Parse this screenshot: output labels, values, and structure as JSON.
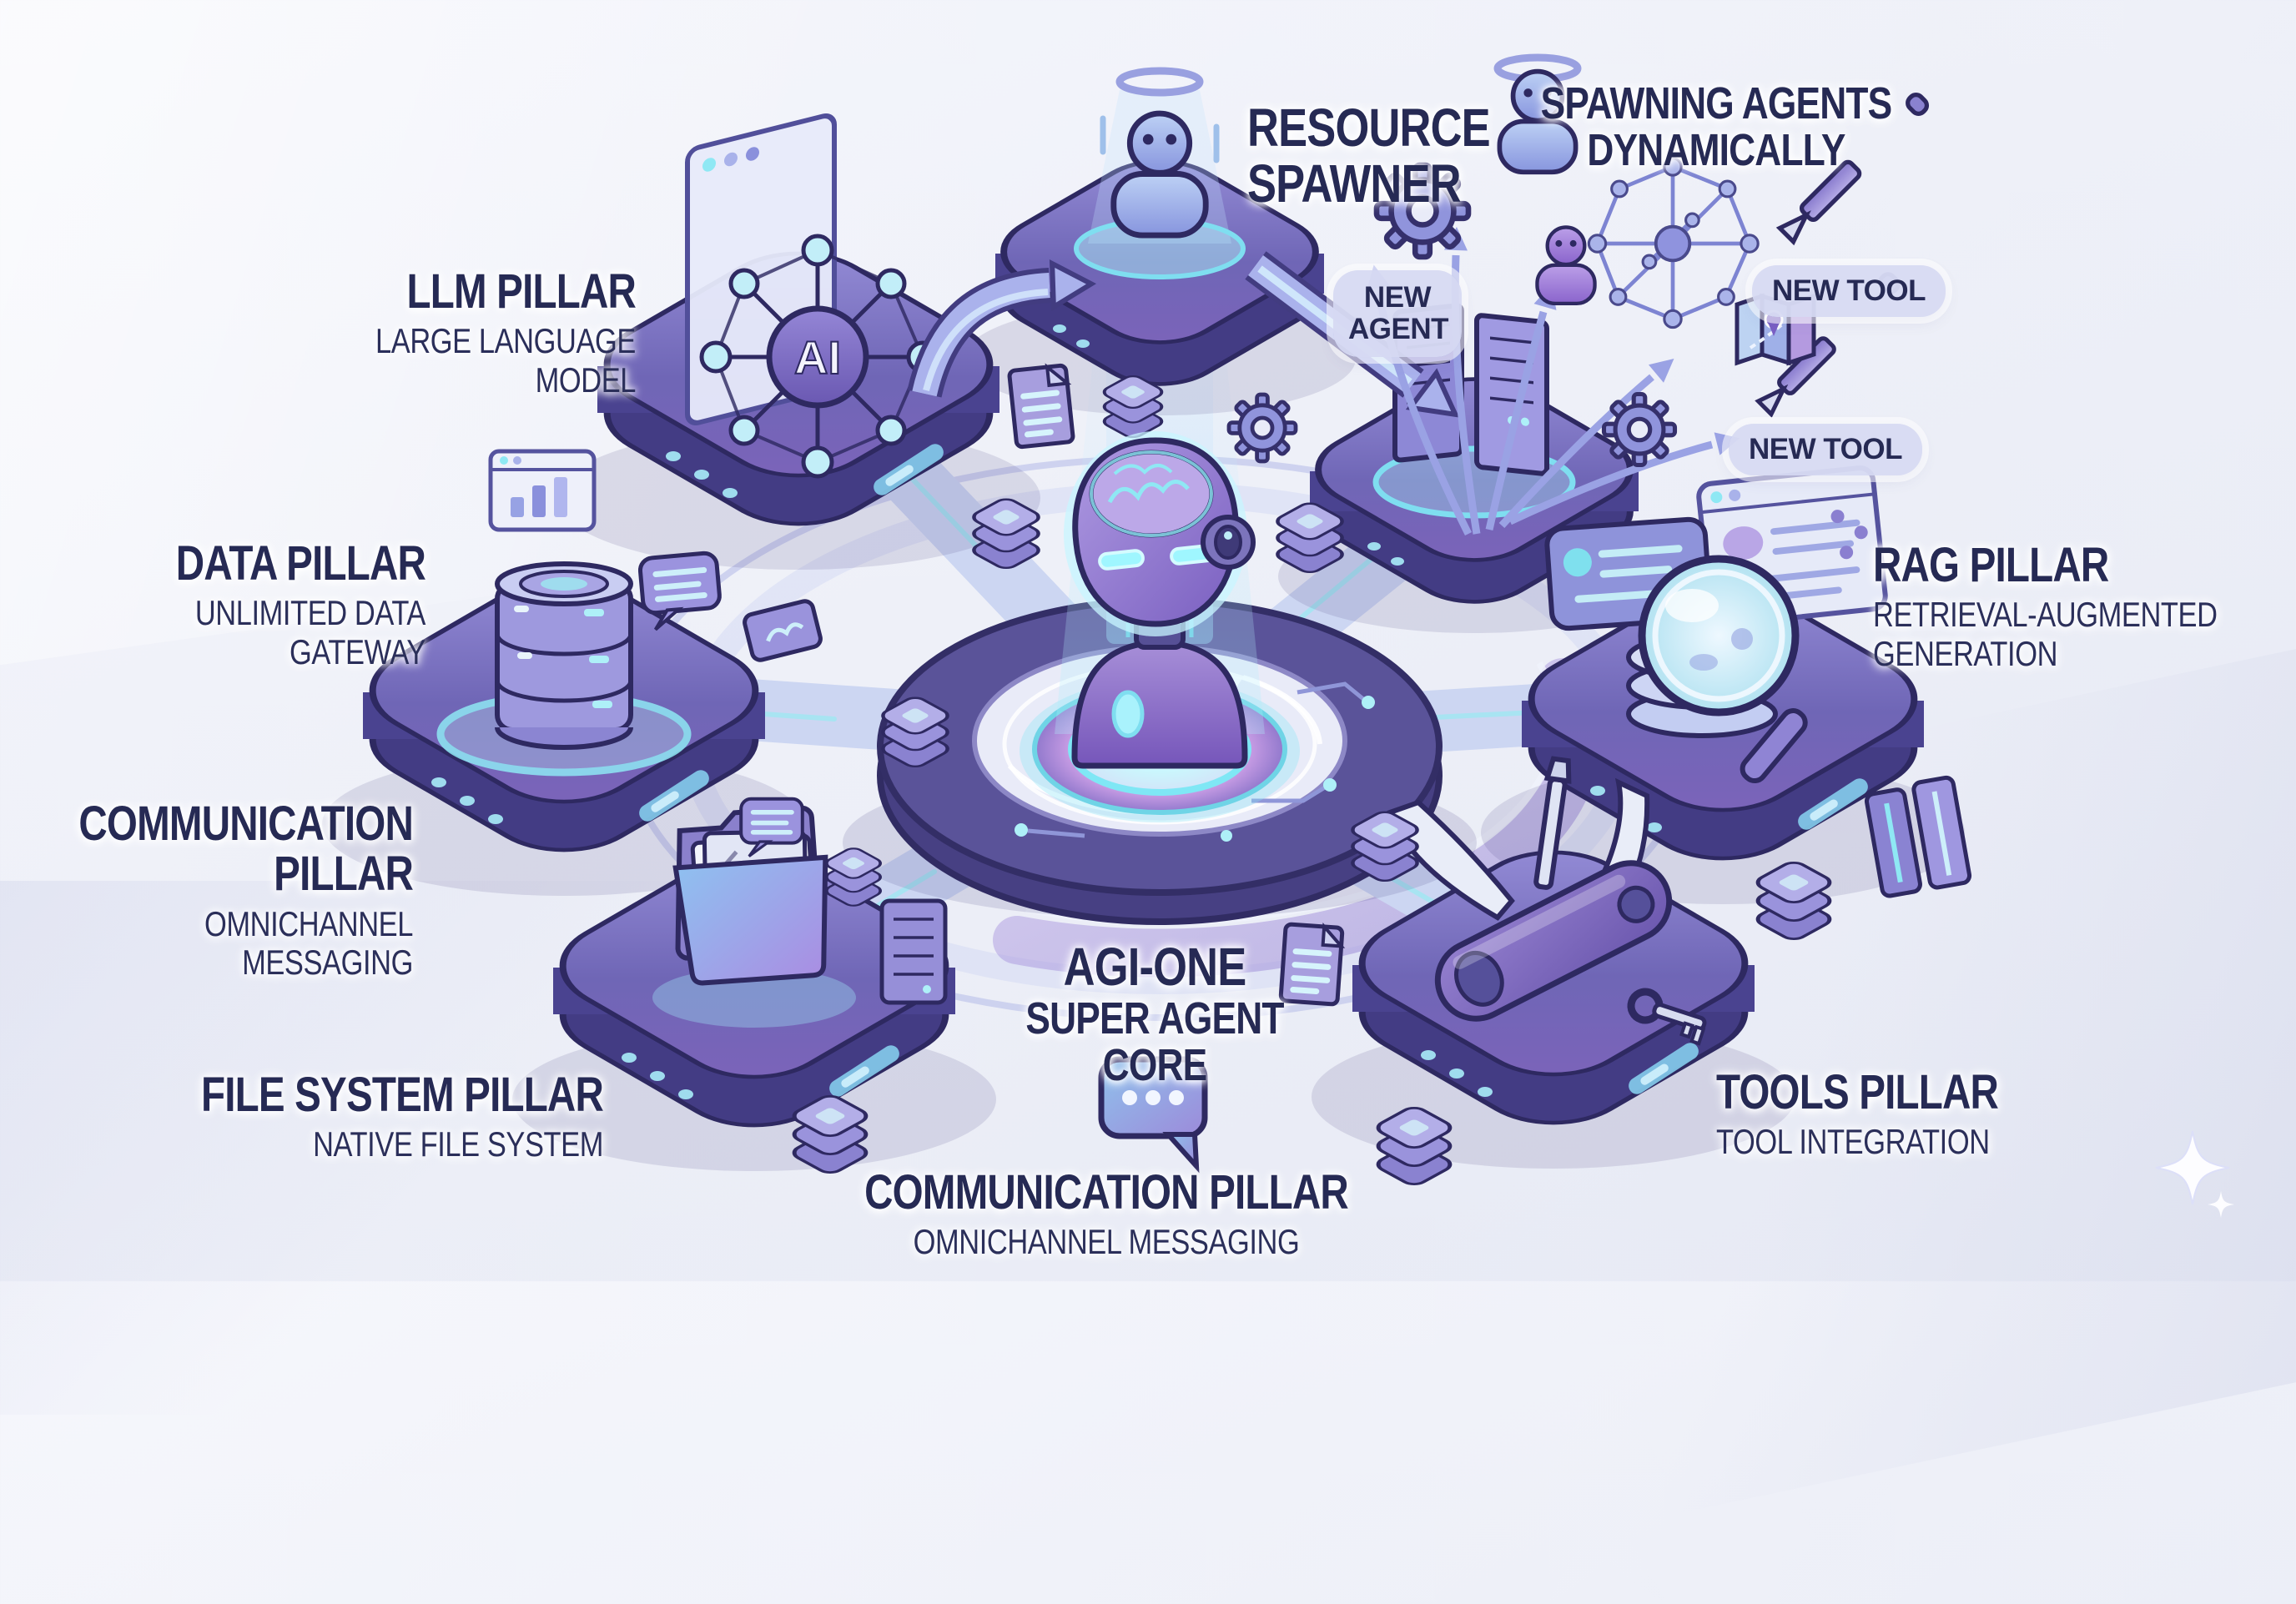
{
  "scene_title": "AGI-ONE Super Agent Core infographic",
  "core": {
    "line1": "AGI-ONE",
    "line2": "SUPER AGENT",
    "line3": "CORE"
  },
  "pillars": {
    "llm": {
      "title": "LLM PILLAR",
      "subtitle": "LARGE LANGUAGE MODEL"
    },
    "data": {
      "title": "DATA PILLAR",
      "subtitle": "UNLIMITED DATA GATEWAY"
    },
    "communication_left": {
      "title": "COMMUNICATION PILLAR",
      "subtitle": "OMNICHANNEL MESSAGING"
    },
    "file_system": {
      "title": "FILE SYSTEM PILLAR",
      "subtitle": "NATIVE FILE SYSTEM"
    },
    "communication_bottom": {
      "title": "COMMUNICATION PILLAR",
      "subtitle": "OMNICHANNEL MESSAGING"
    },
    "tools": {
      "title": "TOOLS PILLAR",
      "subtitle": "TOOL INTEGRATION"
    },
    "rag": {
      "title": "RAG PILLAR",
      "subtitle": "RETRIEVAL-AUGMENTED GENERATION"
    },
    "resource_spawner": {
      "title": "RESOURCE SPAWNER"
    },
    "spawning": {
      "title": "SPAWNING AGENTS DYNAMICALLY"
    }
  },
  "badges": {
    "new_agent": "NEW AGENT",
    "new_tool_top": "NEW TOOL",
    "new_tool_bottom": "NEW TOOL"
  },
  "ai_chip": "AI",
  "colors": {
    "background": "#eef0f8",
    "label_text": "#262a54",
    "platform_top": "#7b6fc0",
    "platform_dark": "#433c84",
    "outline": "#2e2961",
    "road": "#ccd6f2",
    "glow_cyan": "#8fe8f4",
    "accent_purple": "#8a6fd0",
    "badge_bg": "#d7dbf3",
    "arrow": "#a0a8e6"
  },
  "icons": [
    "robot-core",
    "halo-agent",
    "spawned-agent",
    "gear",
    "neural-network",
    "pencil",
    "map",
    "magnifier",
    "database-stack",
    "folder",
    "swiss-army-knife",
    "server-rack",
    "browser-window",
    "chat-bubble",
    "document",
    "cube-stack",
    "books",
    "bar-chart-window",
    "typing-bubble",
    "sparkle"
  ]
}
